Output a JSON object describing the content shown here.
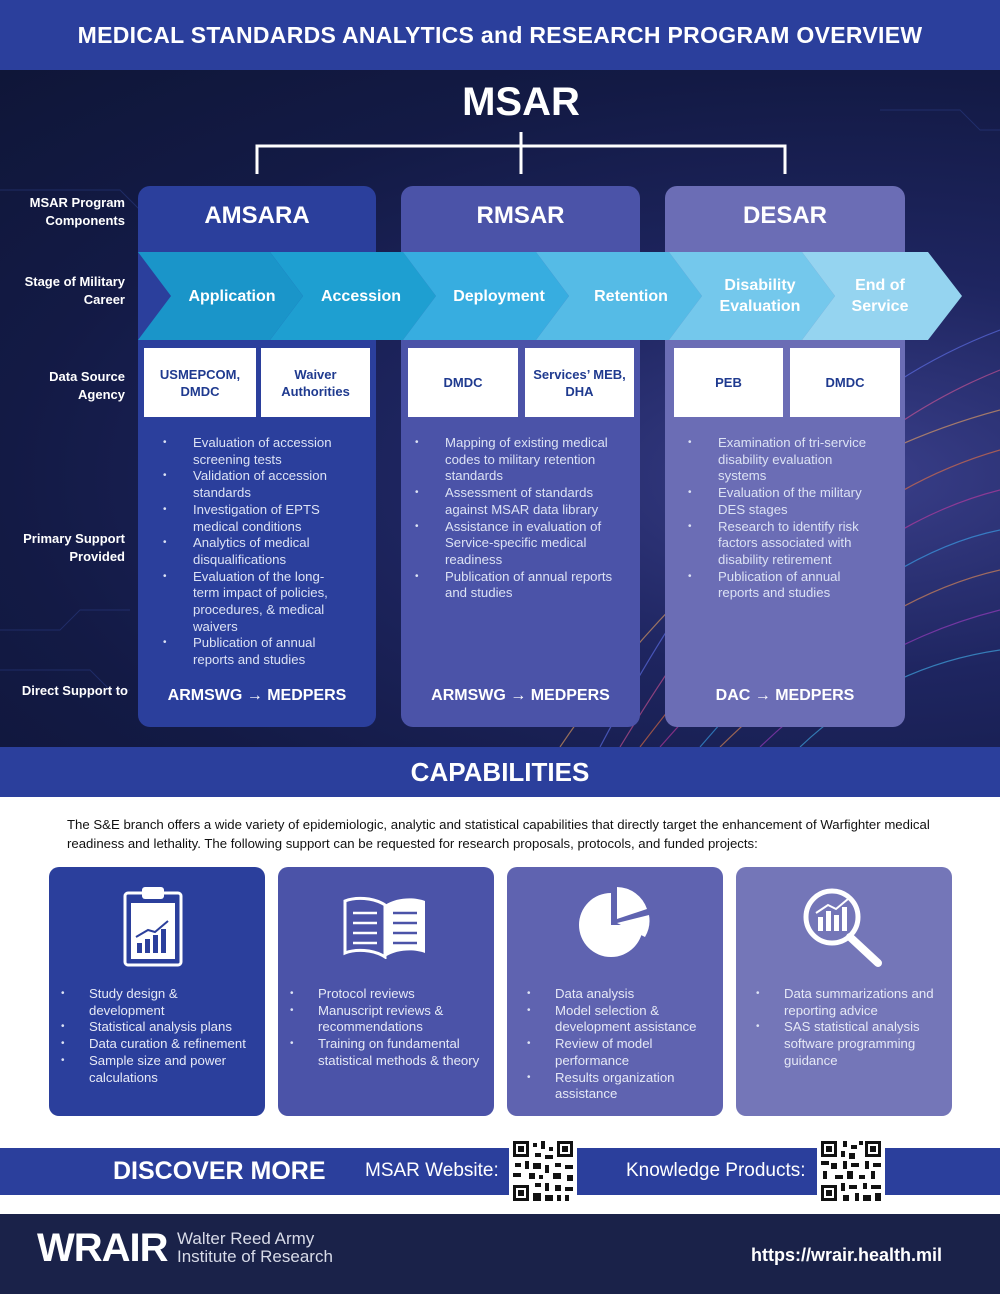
{
  "header": {
    "title": "MEDICAL STANDARDS ANALYTICS and RESEARCH PROGRAM OVERVIEW"
  },
  "program": {
    "title": "MSAR"
  },
  "row_labels": {
    "components": "MSAR Program Components",
    "stage": "Stage of Military Career",
    "agency": "Data Source Agency",
    "support": "Primary Support Provided",
    "direct": "Direct Support to"
  },
  "columns": [
    {
      "name": "AMSARA",
      "color": "#2b3f9c",
      "agencies": [
        "USMEPCOM, DMDC",
        "Waiver Authorities"
      ],
      "support": [
        "Evaluation of accession screening tests",
        "Validation of accession standards",
        "Investigation of EPTS medical conditions",
        "Analytics of medical disqualifications",
        "Evaluation of the long-term impact of policies, procedures, & medical waivers",
        "Publication of annual reports and studies"
      ],
      "direct": "ARMSWG → MEDPERS"
    },
    {
      "name": "RMSAR",
      "color": "#4b53a8",
      "agencies": [
        "DMDC",
        "Services’ MEB, DHA"
      ],
      "support": [
        "Mapping of existing medical codes to military retention standards",
        "Assessment of standards against MSAR data library",
        "Assistance in evaluation of Service-specific medical readiness",
        "Publication of annual reports and studies"
      ],
      "direct": "ARMSWG → MEDPERS"
    },
    {
      "name": "DESAR",
      "color": "#6b6db5",
      "agencies": [
        "PEB",
        "DMDC"
      ],
      "support": [
        "Examination of tri-service disability evaluation systems",
        "Evaluation of the military DES stages",
        "Research to identify risk factors associated with disability retirement",
        "Publication of annual reports and studies"
      ],
      "direct": "DAC → MEDPERS"
    }
  ],
  "stages": [
    {
      "label": "Application",
      "color": "#1a95c9"
    },
    {
      "label": "Accession",
      "color": "#1e9fd1"
    },
    {
      "label": "Deployment",
      "color": "#37ade0"
    },
    {
      "label": "Retention",
      "color": "#55bbe6"
    },
    {
      "label": "Disability Evaluation",
      "color": "#74c8ec"
    },
    {
      "label": "End of Service",
      "color": "#95d4f0"
    }
  ],
  "capabilities": {
    "title": "CAPABILITIES",
    "intro": "The S&E branch offers a wide variety of epidemiologic, analytic and statistical capabilities that directly target the enhancement of Warfighter medical readiness and lethality. The following support can be requested for research proposals, protocols, and funded projects:",
    "cards": [
      {
        "icon": "clipboard-chart-icon",
        "color": "#2b3f9c",
        "items": [
          "Study design & development",
          "Statistical analysis plans",
          "Data curation & refinement",
          "Sample size and power calculations"
        ]
      },
      {
        "icon": "open-book-icon",
        "color": "#4b53a8",
        "items": [
          "Protocol reviews",
          "Manuscript reviews & recommendations",
          "Training on fundamental statistical methods & theory"
        ]
      },
      {
        "icon": "pie-chart-icon",
        "color": "#5f63b0",
        "items": [
          "Data analysis",
          "Model selection & development assistance",
          "Review of model performance",
          "Results organization assistance"
        ]
      },
      {
        "icon": "magnifier-chart-icon",
        "color": "#7476b8",
        "items": [
          "Data summarizations and reporting advice",
          "SAS statistical analysis software programming guidance"
        ]
      }
    ]
  },
  "discover": {
    "title": "DISCOVER MORE",
    "website_label": "MSAR Website:",
    "knowledge_label": "Knowledge Products:"
  },
  "footer": {
    "logo": "WRAIR",
    "org_line1": "Walter Reed Army",
    "org_line2": "Institute of Research",
    "url": "https://wrair.health.mil"
  }
}
